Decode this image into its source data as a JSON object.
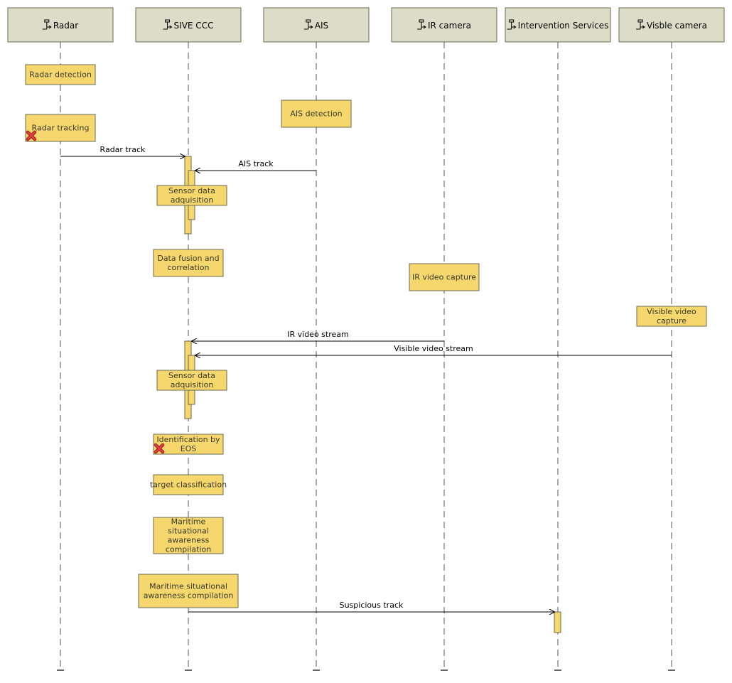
{
  "lifelines": [
    {
      "id": "radar",
      "label": "Radar"
    },
    {
      "id": "sive",
      "label": "SIVE CCC"
    },
    {
      "id": "ais",
      "label": "AIS"
    },
    {
      "id": "ir",
      "label": "IR camera"
    },
    {
      "id": "interv",
      "label": "Intervention Services"
    },
    {
      "id": "visible",
      "label": "Visble camera"
    }
  ],
  "actions": [
    {
      "id": "radar-detection",
      "lines": [
        "Radar detection"
      ],
      "lifeline": "radar",
      "terminated": false
    },
    {
      "id": "radar-tracking",
      "lines": [
        "Radar tracking"
      ],
      "lifeline": "radar",
      "terminated": true
    },
    {
      "id": "ais-detection",
      "lines": [
        "AIS detection"
      ],
      "lifeline": "ais",
      "terminated": false
    },
    {
      "id": "sensor-acq-1",
      "lines": [
        "Sensor data",
        "adquisition"
      ],
      "lifeline": "sive",
      "terminated": false
    },
    {
      "id": "data-fusion",
      "lines": [
        "Data fusion and",
        "correlation"
      ],
      "lifeline": "sive",
      "terminated": false
    },
    {
      "id": "ir-capture",
      "lines": [
        "IR video capture"
      ],
      "lifeline": "ir",
      "terminated": false
    },
    {
      "id": "visible-capture",
      "lines": [
        "Visible video",
        "capture"
      ],
      "lifeline": "visible",
      "terminated": false
    },
    {
      "id": "sensor-acq-2",
      "lines": [
        "Sensor data",
        "adquisition"
      ],
      "lifeline": "sive",
      "terminated": false
    },
    {
      "id": "identification",
      "lines": [
        "Identification by",
        "EOS"
      ],
      "lifeline": "sive",
      "terminated": true
    },
    {
      "id": "target-class",
      "lines": [
        "target classification"
      ],
      "lifeline": "sive",
      "terminated": false
    },
    {
      "id": "msa-1",
      "lines": [
        "Maritime",
        "situational",
        "awareness",
        "compilation"
      ],
      "lifeline": "sive",
      "terminated": false
    },
    {
      "id": "msa-2",
      "lines": [
        "Maritime situational",
        "awareness compilation"
      ],
      "lifeline": "sive",
      "terminated": false
    }
  ],
  "messages": [
    {
      "id": "radar-track",
      "label": "Radar track",
      "from": "radar",
      "to": "sive"
    },
    {
      "id": "ais-track",
      "label": "AIS track",
      "from": "ais",
      "to": "sive"
    },
    {
      "id": "ir-video-stream",
      "label": "IR video stream",
      "from": "ir",
      "to": "sive"
    },
    {
      "id": "visible-video-stream",
      "label": "Visible video stream",
      "from": "visible",
      "to": "sive"
    },
    {
      "id": "suspicious-track",
      "label": "Suspicious track",
      "from": "sive",
      "to": "interv"
    }
  ],
  "colors": {
    "head_fill": "#dcdcc8",
    "action_fill": "#f5d76e",
    "activation_fill": "#f5d76e",
    "stroke": "#6b6b4f",
    "line": "#000000",
    "terminate": "#e04040"
  },
  "icons": {
    "lifeline_head": "component-icon",
    "terminate": "terminate-x-icon"
  }
}
